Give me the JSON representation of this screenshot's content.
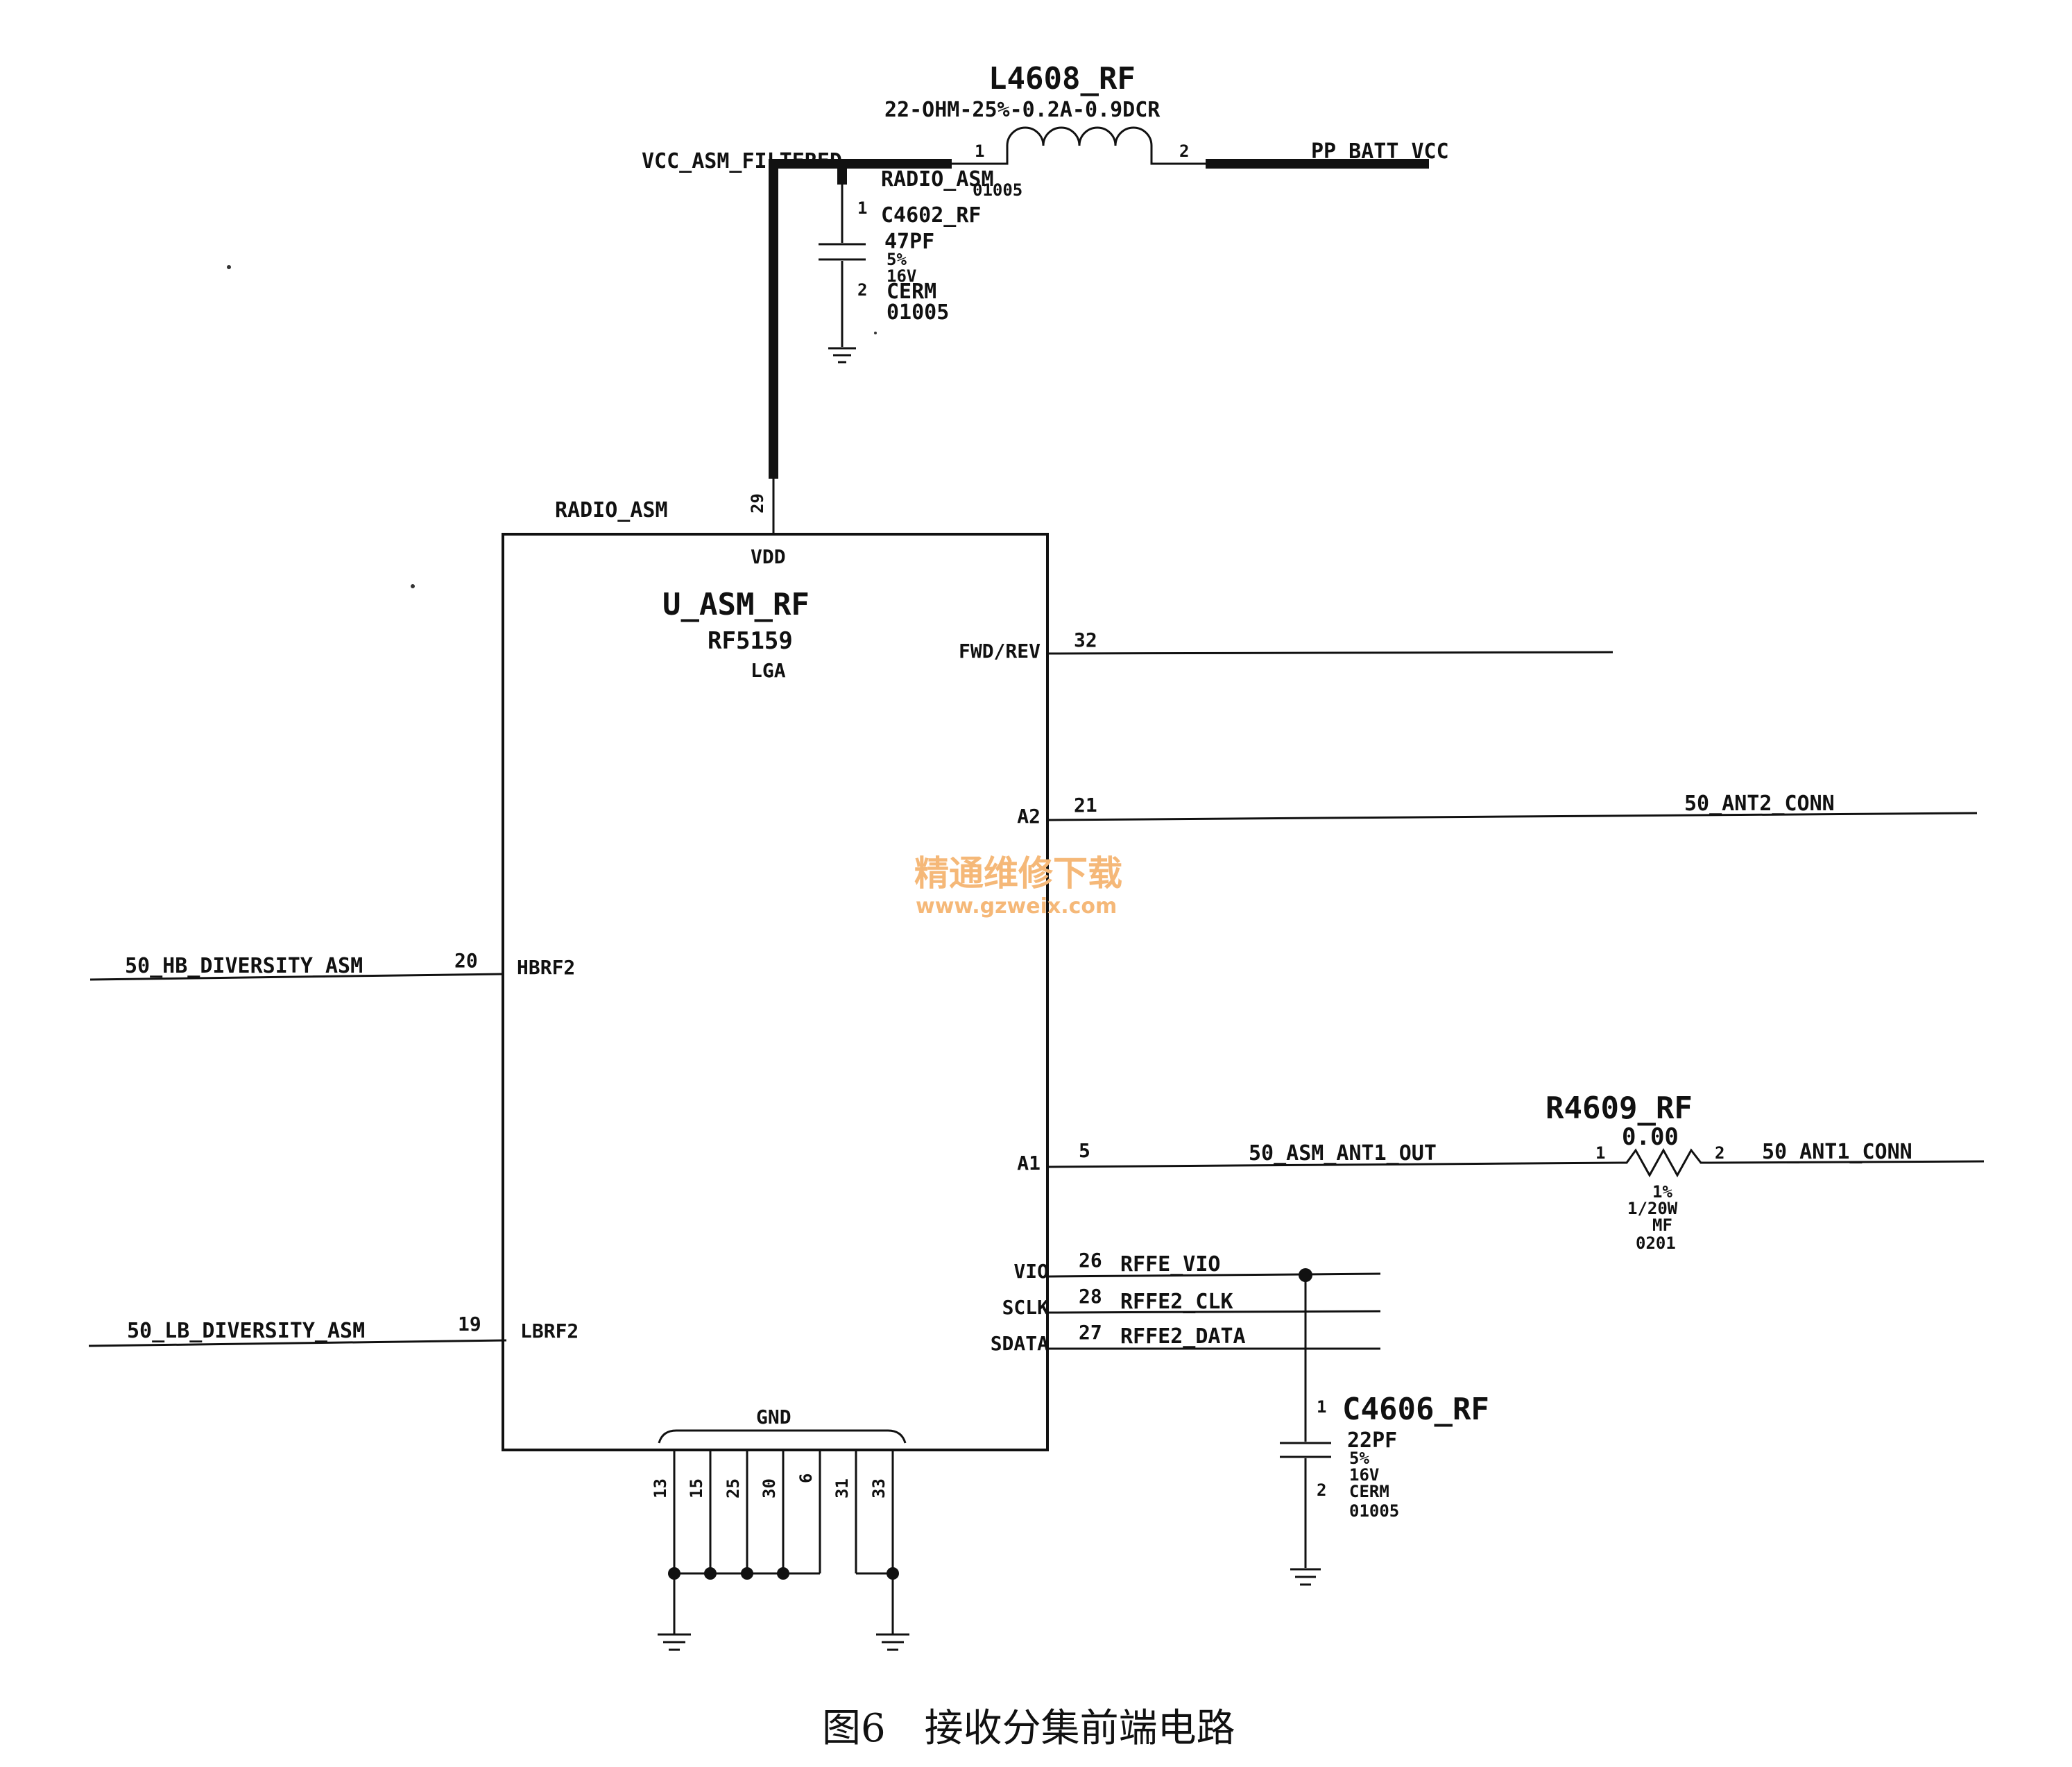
{
  "inductor": {
    "ref": "L4608_RF",
    "value": "22-OHM-25%-0.2A-0.9DCR",
    "package": "01005",
    "pin1": "1",
    "pin2": "2",
    "net_left_a": "VCC_ASM_FILTERED",
    "net_left_b": "RADIO_ASM",
    "net_right": "PP_BATT_VCC"
  },
  "cap_c4602": {
    "ref": "C4602_RF",
    "value": "47PF",
    "tolerance": "5%",
    "voltage": "16V",
    "dielectric": "CERM",
    "package": "01005",
    "pin1": "1",
    "pin2": "2"
  },
  "ic": {
    "ref": "U_ASM_RF",
    "part": "RF5159",
    "package": "LGA",
    "vdd_net": "RADIO_ASM",
    "vdd_pin": "29",
    "vdd_label": "VDD",
    "gnd_label": "GND",
    "gnd_pins": [
      "13",
      "15",
      "25",
      "30",
      "6",
      "31",
      "33"
    ],
    "pins_right": [
      {
        "name": "FWD/REV",
        "num": "32",
        "net": ""
      },
      {
        "name": "A2",
        "num": "21",
        "net": "50_ANT2_CONN"
      },
      {
        "name": "A1",
        "num": "5",
        "net": "50_ASM_ANT1_OUT"
      },
      {
        "name": "VIO",
        "num": "26",
        "net": "RFFE_VIO"
      },
      {
        "name": "SCLK",
        "num": "28",
        "net": "RFFE2_CLK"
      },
      {
        "name": "SDATA",
        "num": "27",
        "net": "RFFE2_DATA"
      }
    ],
    "pins_left": [
      {
        "name": "HBRF2",
        "num": "20",
        "net": "50_HB_DIVERSITY_ASM"
      },
      {
        "name": "LBRF2",
        "num": "19",
        "net": "50_LB_DIVERSITY_ASM"
      }
    ]
  },
  "resistor": {
    "ref": "R4609_RF",
    "value": "0.00",
    "tolerance": "1%",
    "power": "1/20W",
    "type": "MF",
    "package": "0201",
    "pin1": "1",
    "pin2": "2",
    "net_out": "50_ANT1_CONN"
  },
  "cap_c4606": {
    "ref": "C4606_RF",
    "value": "22PF",
    "tolerance": "5%",
    "voltage": "16V",
    "dielectric": "CERM",
    "package": "01005",
    "pin1": "1",
    "pin2": "2"
  },
  "watermark": {
    "cn": "精通维修下载",
    "url": "www.gzweix.com"
  },
  "caption": "图6　接收分集前端电路"
}
